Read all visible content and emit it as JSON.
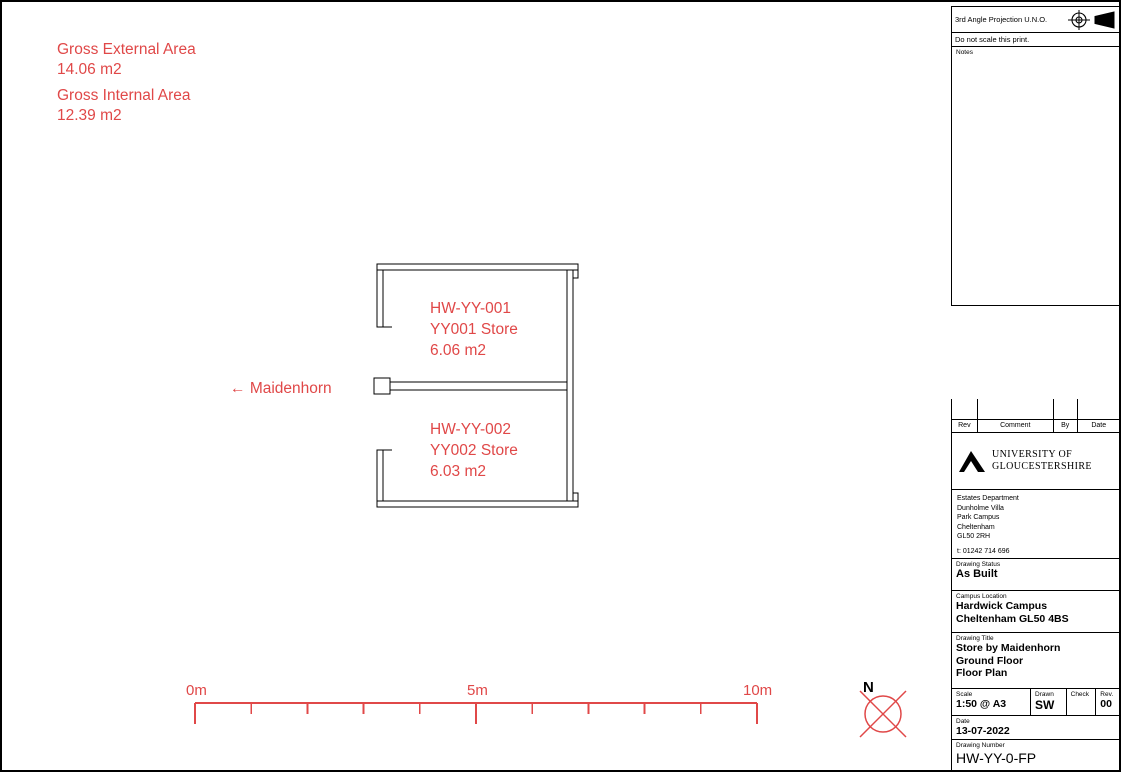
{
  "annotations": {
    "gross_external_label": "Gross External Area",
    "gross_external_value": "14.06 m2",
    "gross_internal_label": "Gross Internal Area",
    "gross_internal_value": "12.39 m2",
    "maidenhorn_arrow": "←",
    "maidenhorn_label": "Maidenhorn"
  },
  "rooms": [
    {
      "id": "HW-YY-001",
      "name": "YY001 Store",
      "area": "6.06 m2"
    },
    {
      "id": "HW-YY-002",
      "name": "YY002 Store",
      "area": "6.03 m2"
    }
  ],
  "scale_bar": {
    "start": "0m",
    "middle": "5m",
    "end": "10m"
  },
  "compass": {
    "north": "N"
  },
  "title_block": {
    "projection_note": "3rd Angle Projection U.N.O.",
    "no_scale_note": "Do not scale this print.",
    "notes_label": "Notes",
    "rev_headers": {
      "rev": "Rev",
      "comment": "Comment",
      "by": "By",
      "date": "Date"
    },
    "university_line1": "UNIVERSITY OF",
    "university_line2": "GLOUCESTERSHIRE",
    "address": {
      "line1": "Estates Department",
      "line2": "Dunholme Villa",
      "line3": "Park Campus",
      "line4": "Cheltenham",
      "line5": "GL50 2RH",
      "line6": "t: 01242 714 696"
    },
    "drawing_status_label": "Drawing Status",
    "drawing_status_value": "As Built",
    "campus_location_label": "Campus Location",
    "campus_location_line1": "Hardwick Campus",
    "campus_location_line2": "Cheltenham GL50 4BS",
    "drawing_title_label": "Drawing Title",
    "drawing_title_line1": "Store by Maidenhorn",
    "drawing_title_line2": "Ground Floor",
    "drawing_title_line3": "Floor Plan",
    "scale_label": "Scale",
    "scale_value": "1:50 @ A3",
    "drawn_label": "Drawn",
    "drawn_value": "SW",
    "check_label": "Check",
    "check_value": "",
    "rev_label": "Rev.",
    "rev_value": "00",
    "date_label": "Date",
    "date_value": "13-07-2022",
    "drawing_number_label": "Drawing Number",
    "drawing_number_value": "HW-YY-0-FP"
  },
  "colors": {
    "annotation_red": "#e04848",
    "line_black": "#000000"
  }
}
